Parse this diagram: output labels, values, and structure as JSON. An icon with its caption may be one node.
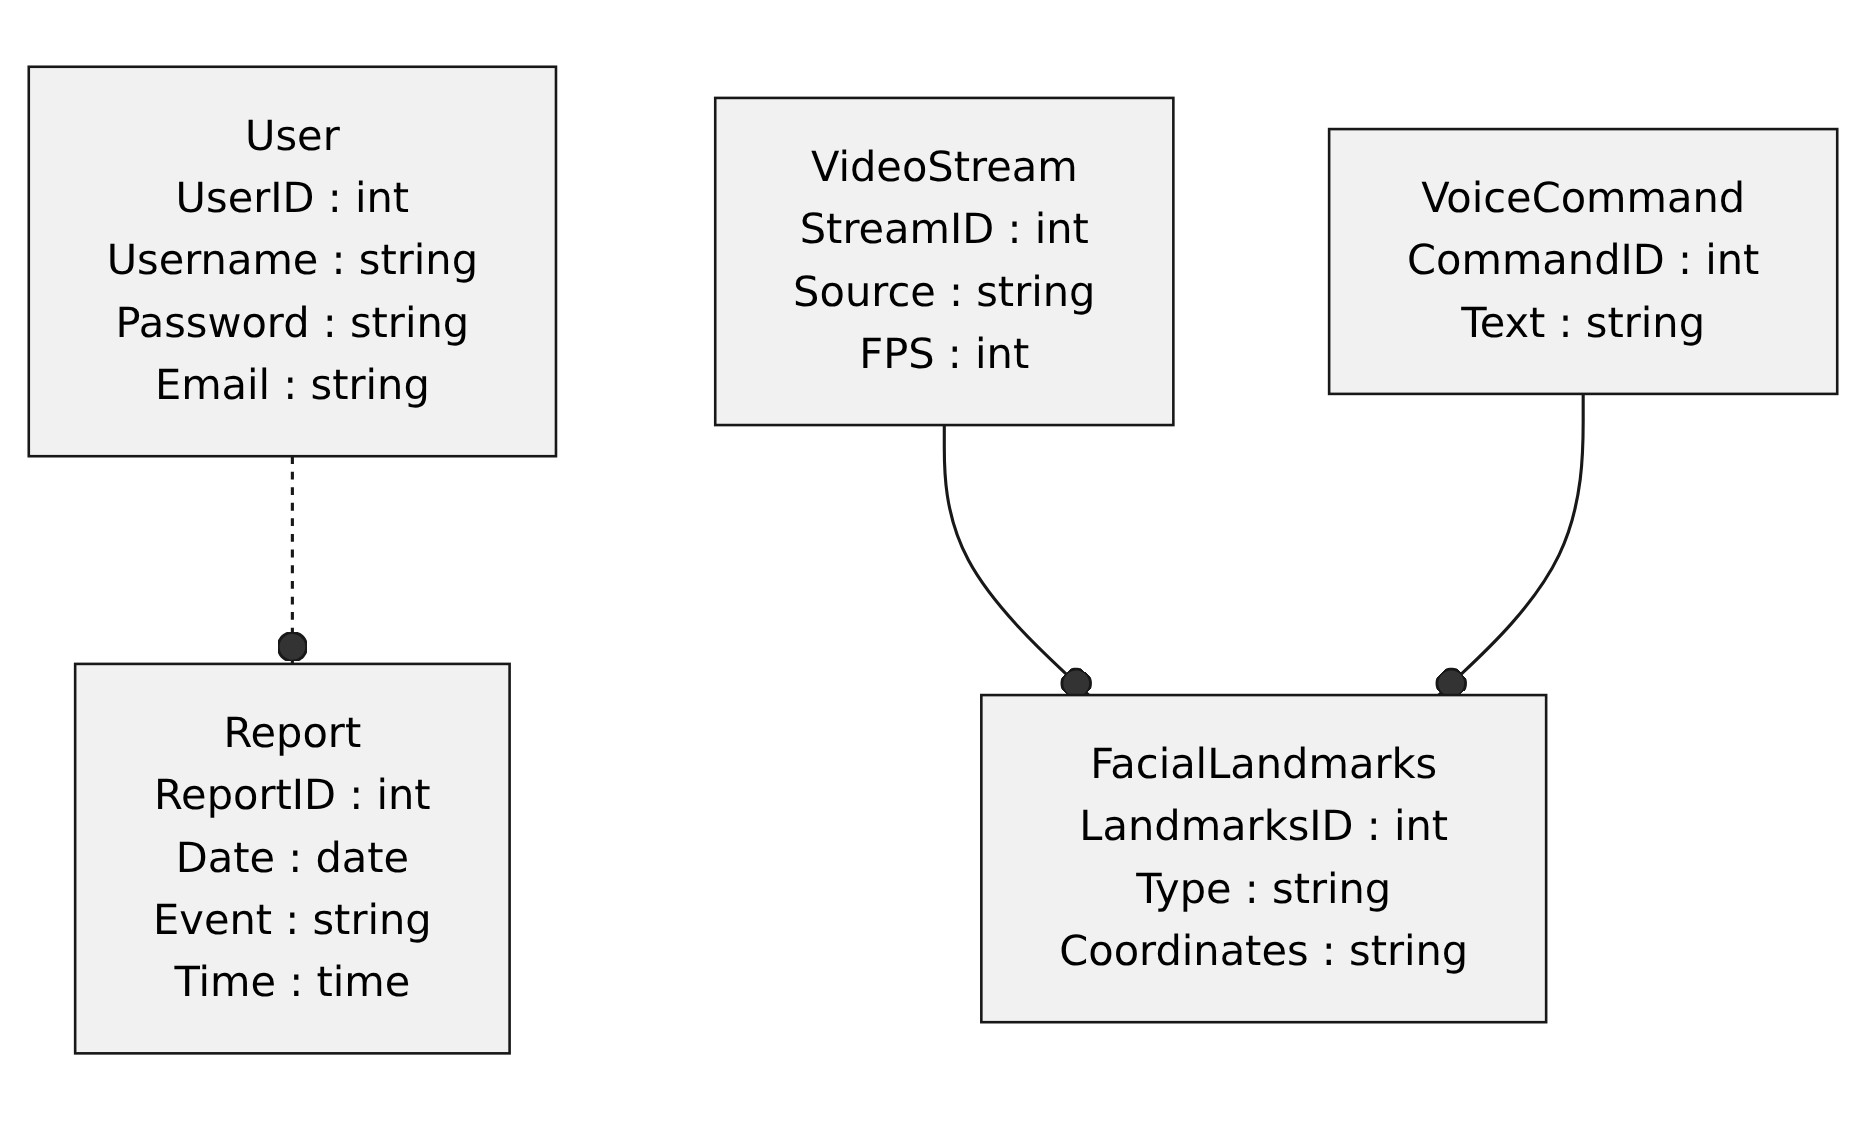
{
  "diagram": {
    "nodes": [
      {
        "text": [
          "User",
          "UserID : int",
          "Username : string",
          "Password : string",
          "Email : string"
        ]
      },
      {
        "text": [
          "VideoStream",
          "StreamID : int",
          "Source : string",
          "FPS : int"
        ]
      },
      {
        "text": [
          "VoiceCommand",
          "CommandID : int",
          "Text : string"
        ]
      },
      {
        "text": [
          "Report",
          "ReportID : int",
          "Date : date",
          "Event : string",
          "Time : time"
        ]
      },
      {
        "text": [
          "FacialLandmarks",
          "LandmarksID : int",
          "Type : string",
          "Coordinates : string"
        ]
      }
    ],
    "edges": [
      {
        "from": 0,
        "to": 3,
        "arrow": "other",
        "style": "dashed"
      },
      {
        "from": 1,
        "to": 4,
        "arrow": "other"
      },
      {
        "from": 2,
        "to": 4,
        "arrow": "other"
      }
    ]
  }
}
